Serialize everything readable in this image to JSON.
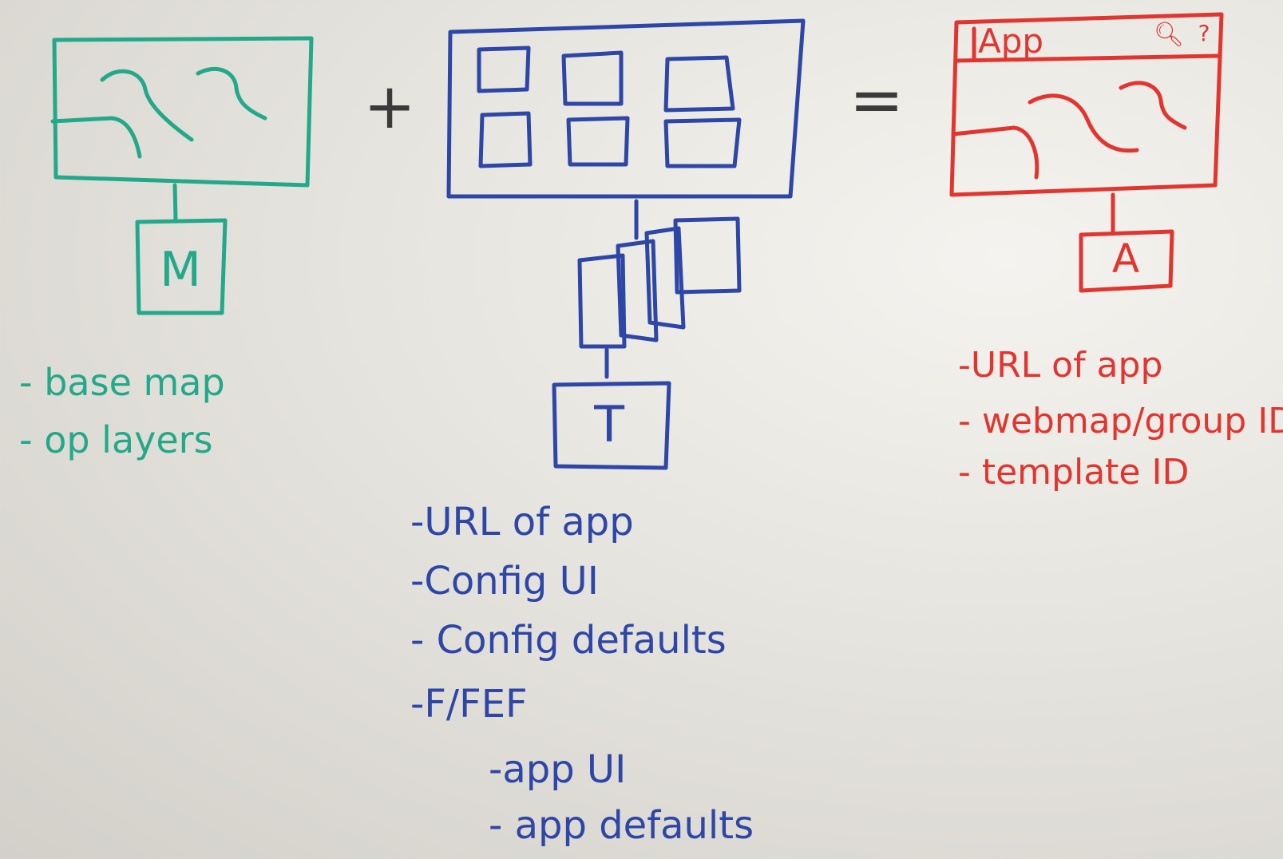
{
  "colors": {
    "map": "#22a98a",
    "template": "#2d46a8",
    "app": "#e2352f"
  },
  "operators": {
    "plus": "+",
    "equals": "="
  },
  "map": {
    "label": "M",
    "notes": [
      "- base map",
      "- op layers"
    ]
  },
  "template": {
    "label": "T",
    "notes": [
      "-URL of app",
      "-Config UI",
      "- Config defaults",
      "-F/FEF"
    ],
    "subnotes": [
      "-app UI",
      "- app defaults"
    ]
  },
  "app": {
    "window_title": "App",
    "search_icon": "search-icon",
    "help_glyph": "?",
    "label": "A",
    "notes": [
      "-URL of app",
      "- webmap/group ID",
      "- template ID"
    ]
  }
}
